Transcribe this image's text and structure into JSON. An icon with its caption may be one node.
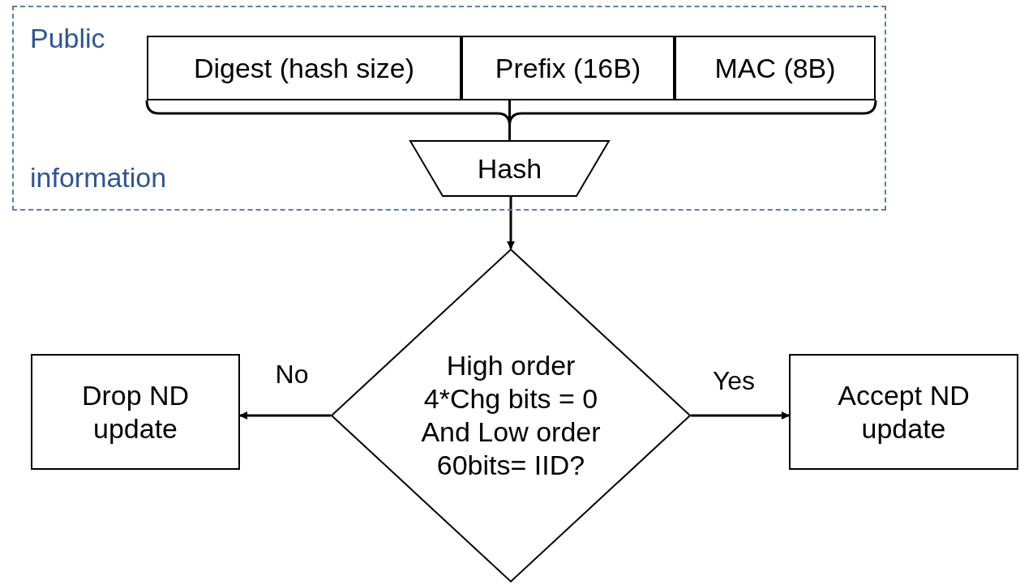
{
  "diagram": {
    "nodes": [
      {
        "text": [
          "Public",
          "information"
        ]
      },
      {
        "text": [
          "Digest (hash size)"
        ],
        "in": 0
      },
      {
        "text": [
          "Prefix (16B)"
        ],
        "in": 0
      },
      {
        "text": [
          "MAC (8B)"
        ],
        "in": 0
      },
      {
        "text": [
          "Hash"
        ],
        "in": 0
      },
      {
        "text": [
          "High order 4*Chg bits = 0 And Low order 60bits= IID?"
        ]
      },
      {
        "text": [
          "Drop ND update"
        ]
      },
      {
        "text": [
          "Accept ND update"
        ]
      }
    ],
    "edges": [
      {
        "from": 1,
        "to": 4,
        "arrow": "none"
      },
      {
        "from": 2,
        "to": 4,
        "arrow": "none"
      },
      {
        "from": 3,
        "to": 4,
        "arrow": "none"
      },
      {
        "from": 4,
        "to": 5,
        "arrow": "to"
      },
      {
        "from": 5,
        "to": 6,
        "arrow": "to",
        "label": "No"
      },
      {
        "from": 5,
        "to": 7,
        "arrow": "to",
        "label": "Yes"
      }
    ]
  }
}
